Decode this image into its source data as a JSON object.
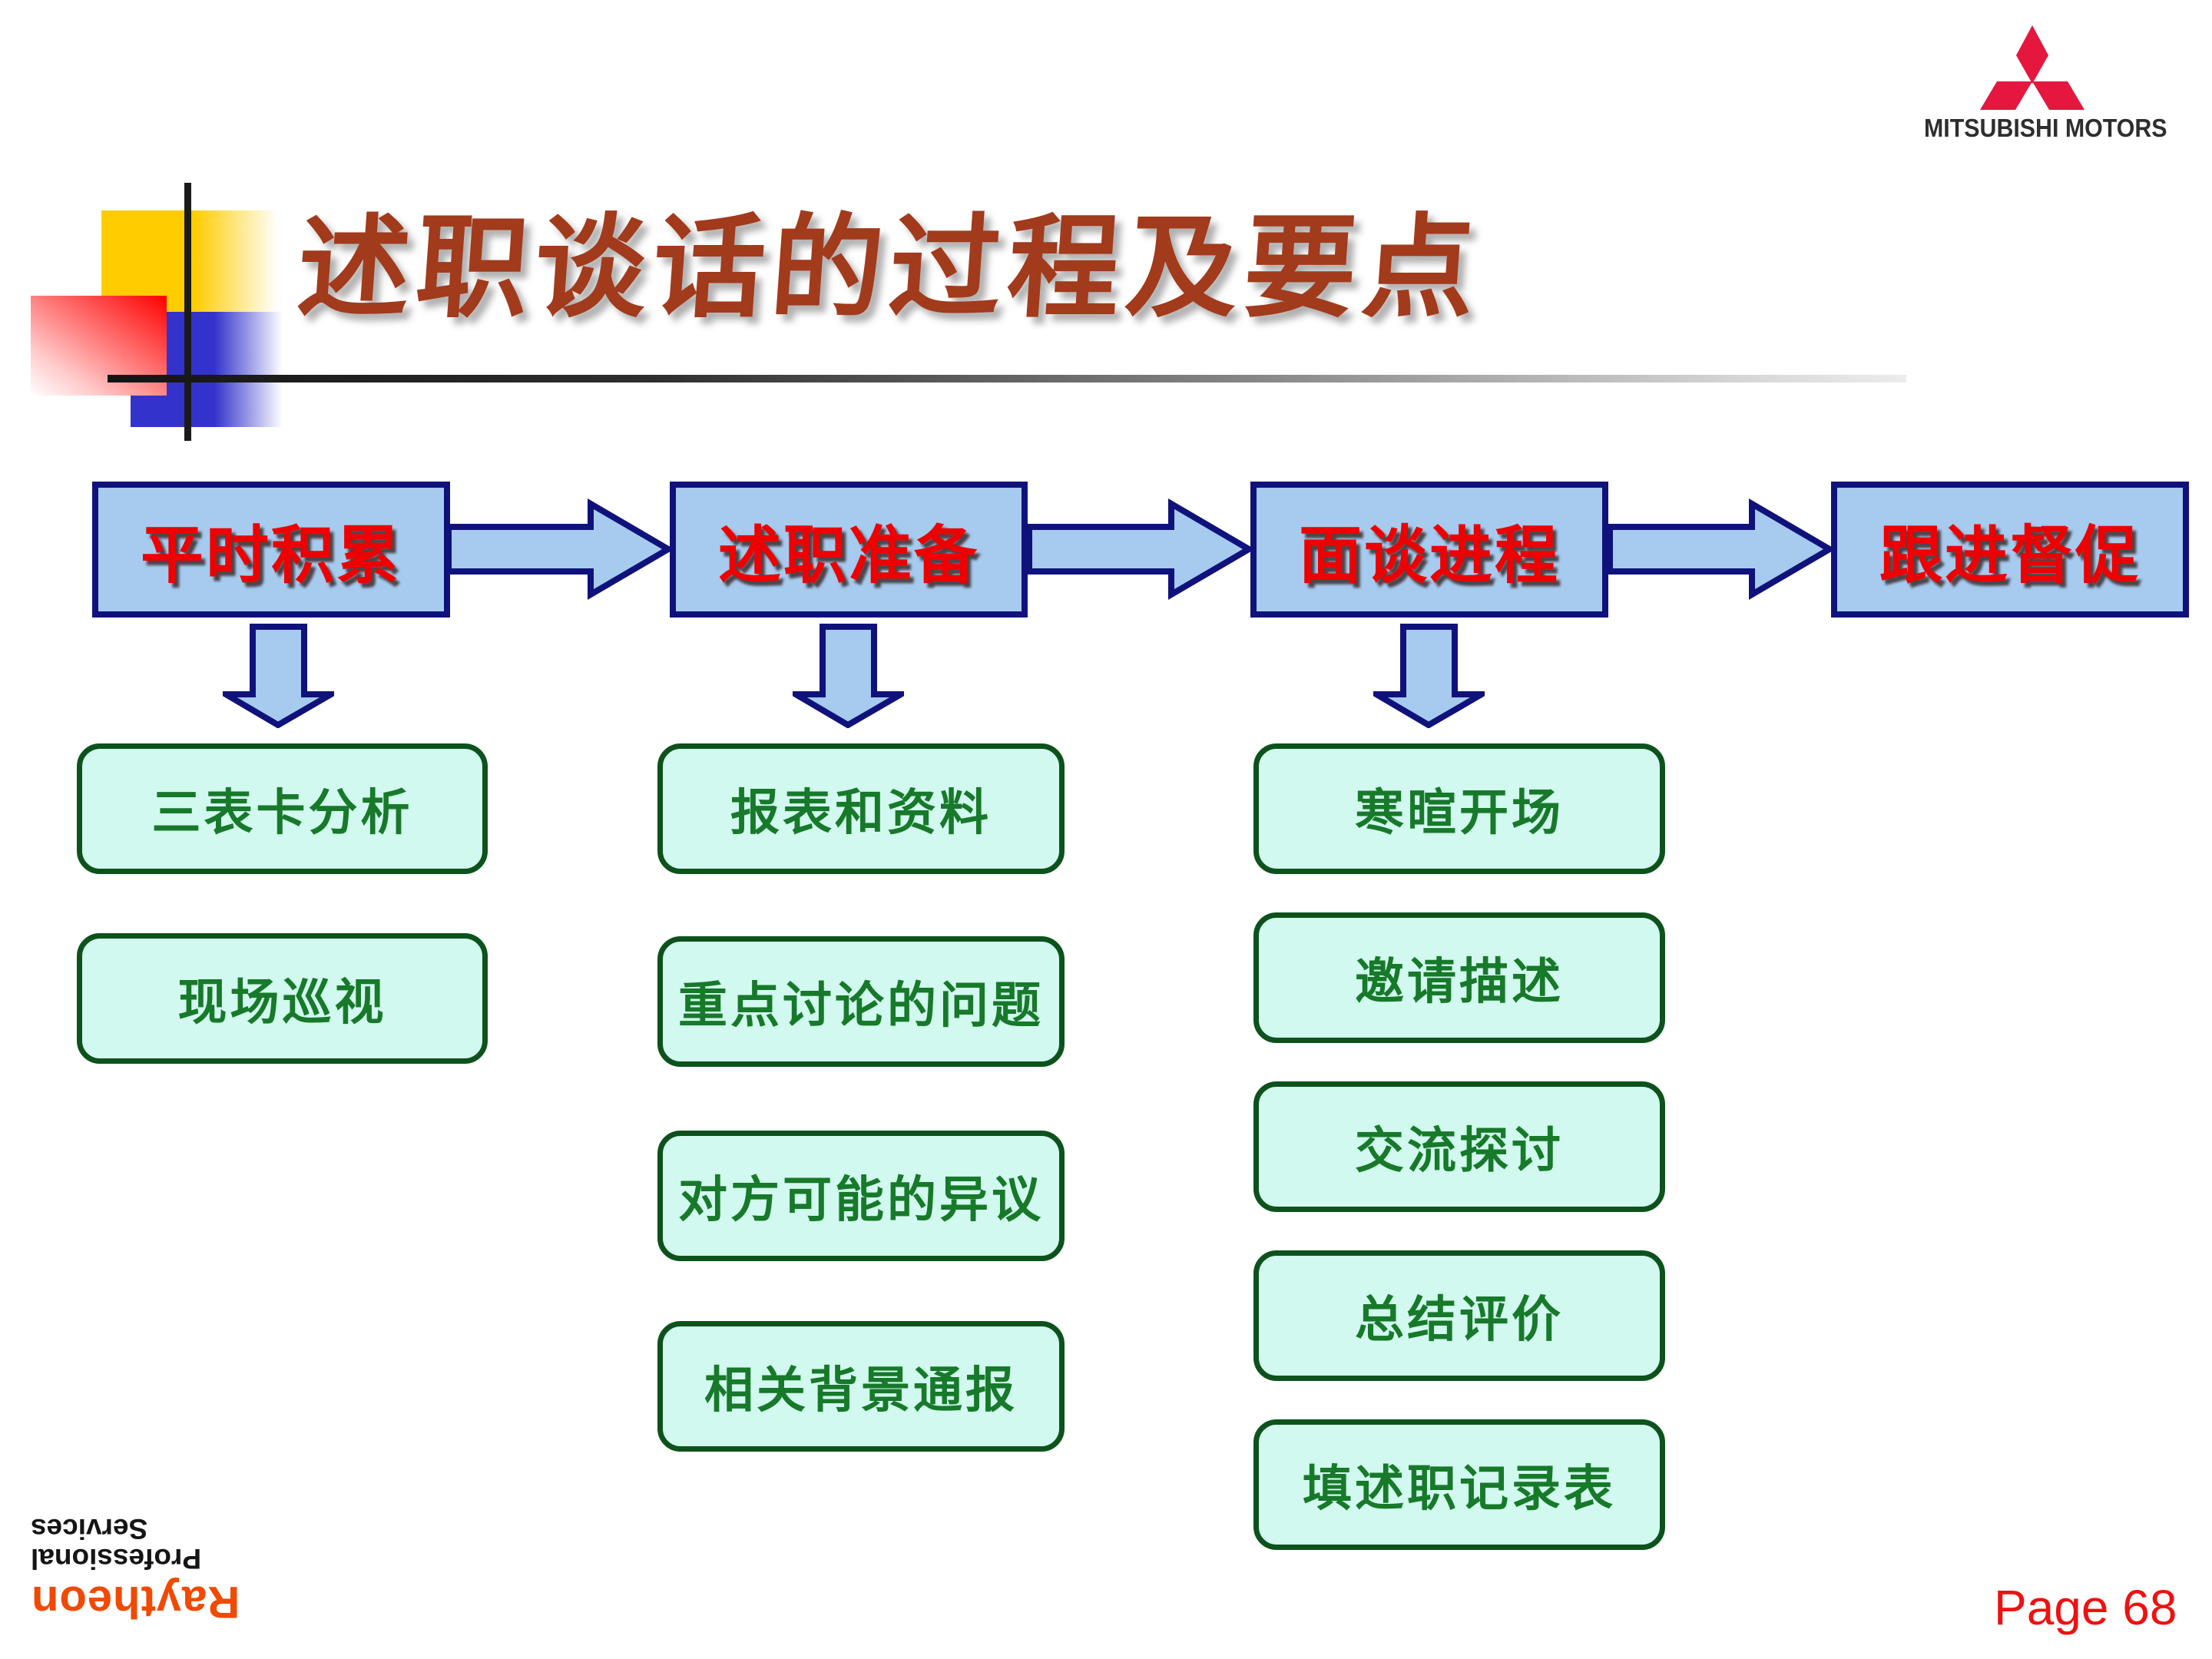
{
  "header": {
    "title": "述职谈话的过程及要点",
    "brand": "MITSUBISHI MOTORS"
  },
  "flow": {
    "stages": [
      {
        "label": "平时积累",
        "items": [
          "三表卡分析",
          "现场巡视"
        ]
      },
      {
        "label": "述职准备",
        "items": [
          "报表和资料",
          "重点讨论的问题",
          "对方可能的异议",
          "相关背景通报"
        ]
      },
      {
        "label": "面谈进程",
        "items": [
          "寒暄开场",
          "邀请描述",
          "交流探讨",
          "总结评价",
          "填述职记录表"
        ]
      },
      {
        "label": "跟进督促",
        "items": []
      }
    ]
  },
  "footer": {
    "brand": "Raytheon",
    "brand_sub": "Professional Services",
    "page": "Page 68"
  },
  "colors": {
    "title_text": "#a23a1c",
    "stage_fill": "#a6cbef",
    "stage_border": "#10127c",
    "stage_text": "#ee0000",
    "detail_fill": "#d2f9ef",
    "detail_border": "#0d521c",
    "detail_text": "#17792a",
    "mitsubishi_red": "#e5173f",
    "raytheon_orange": "#f04a00",
    "page_number_red": "#ee1111",
    "deco_yellow": "#ffcc00",
    "deco_blue": "#3333cc",
    "deco_red": "#ff0000"
  }
}
